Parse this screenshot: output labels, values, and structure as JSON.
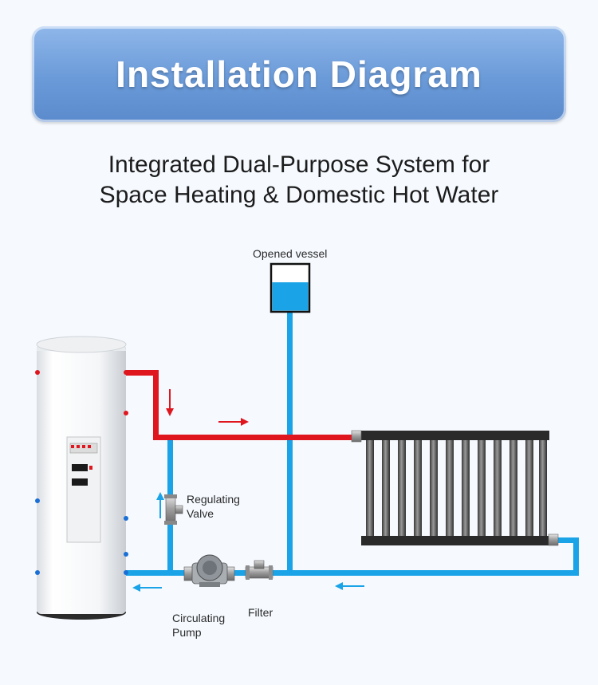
{
  "header": {
    "title": "Installation Diagram",
    "subtitle_line1": "Integrated Dual-Purpose System for",
    "subtitle_line2": "Space Heating & Domestic Hot Water"
  },
  "labels": {
    "opened_vessel": "Opened vessel",
    "regulating_valve_line1": "Regulating",
    "regulating_valve_line2": "Valve",
    "circulating_pump_line1": "Circulating",
    "circulating_pump_line2": "Pump",
    "filter": "Filter"
  },
  "colors": {
    "banner": "#6a9ad8",
    "hot_pipe": "#e0161f",
    "cold_pipe": "#1aa3e6",
    "radiator": "#555555"
  },
  "icons": [
    "water-tank-icon",
    "expansion-vessel-icon",
    "radiator-icon",
    "pump-icon",
    "filter-icon",
    "valve-icon",
    "flow-arrow-icon"
  ]
}
